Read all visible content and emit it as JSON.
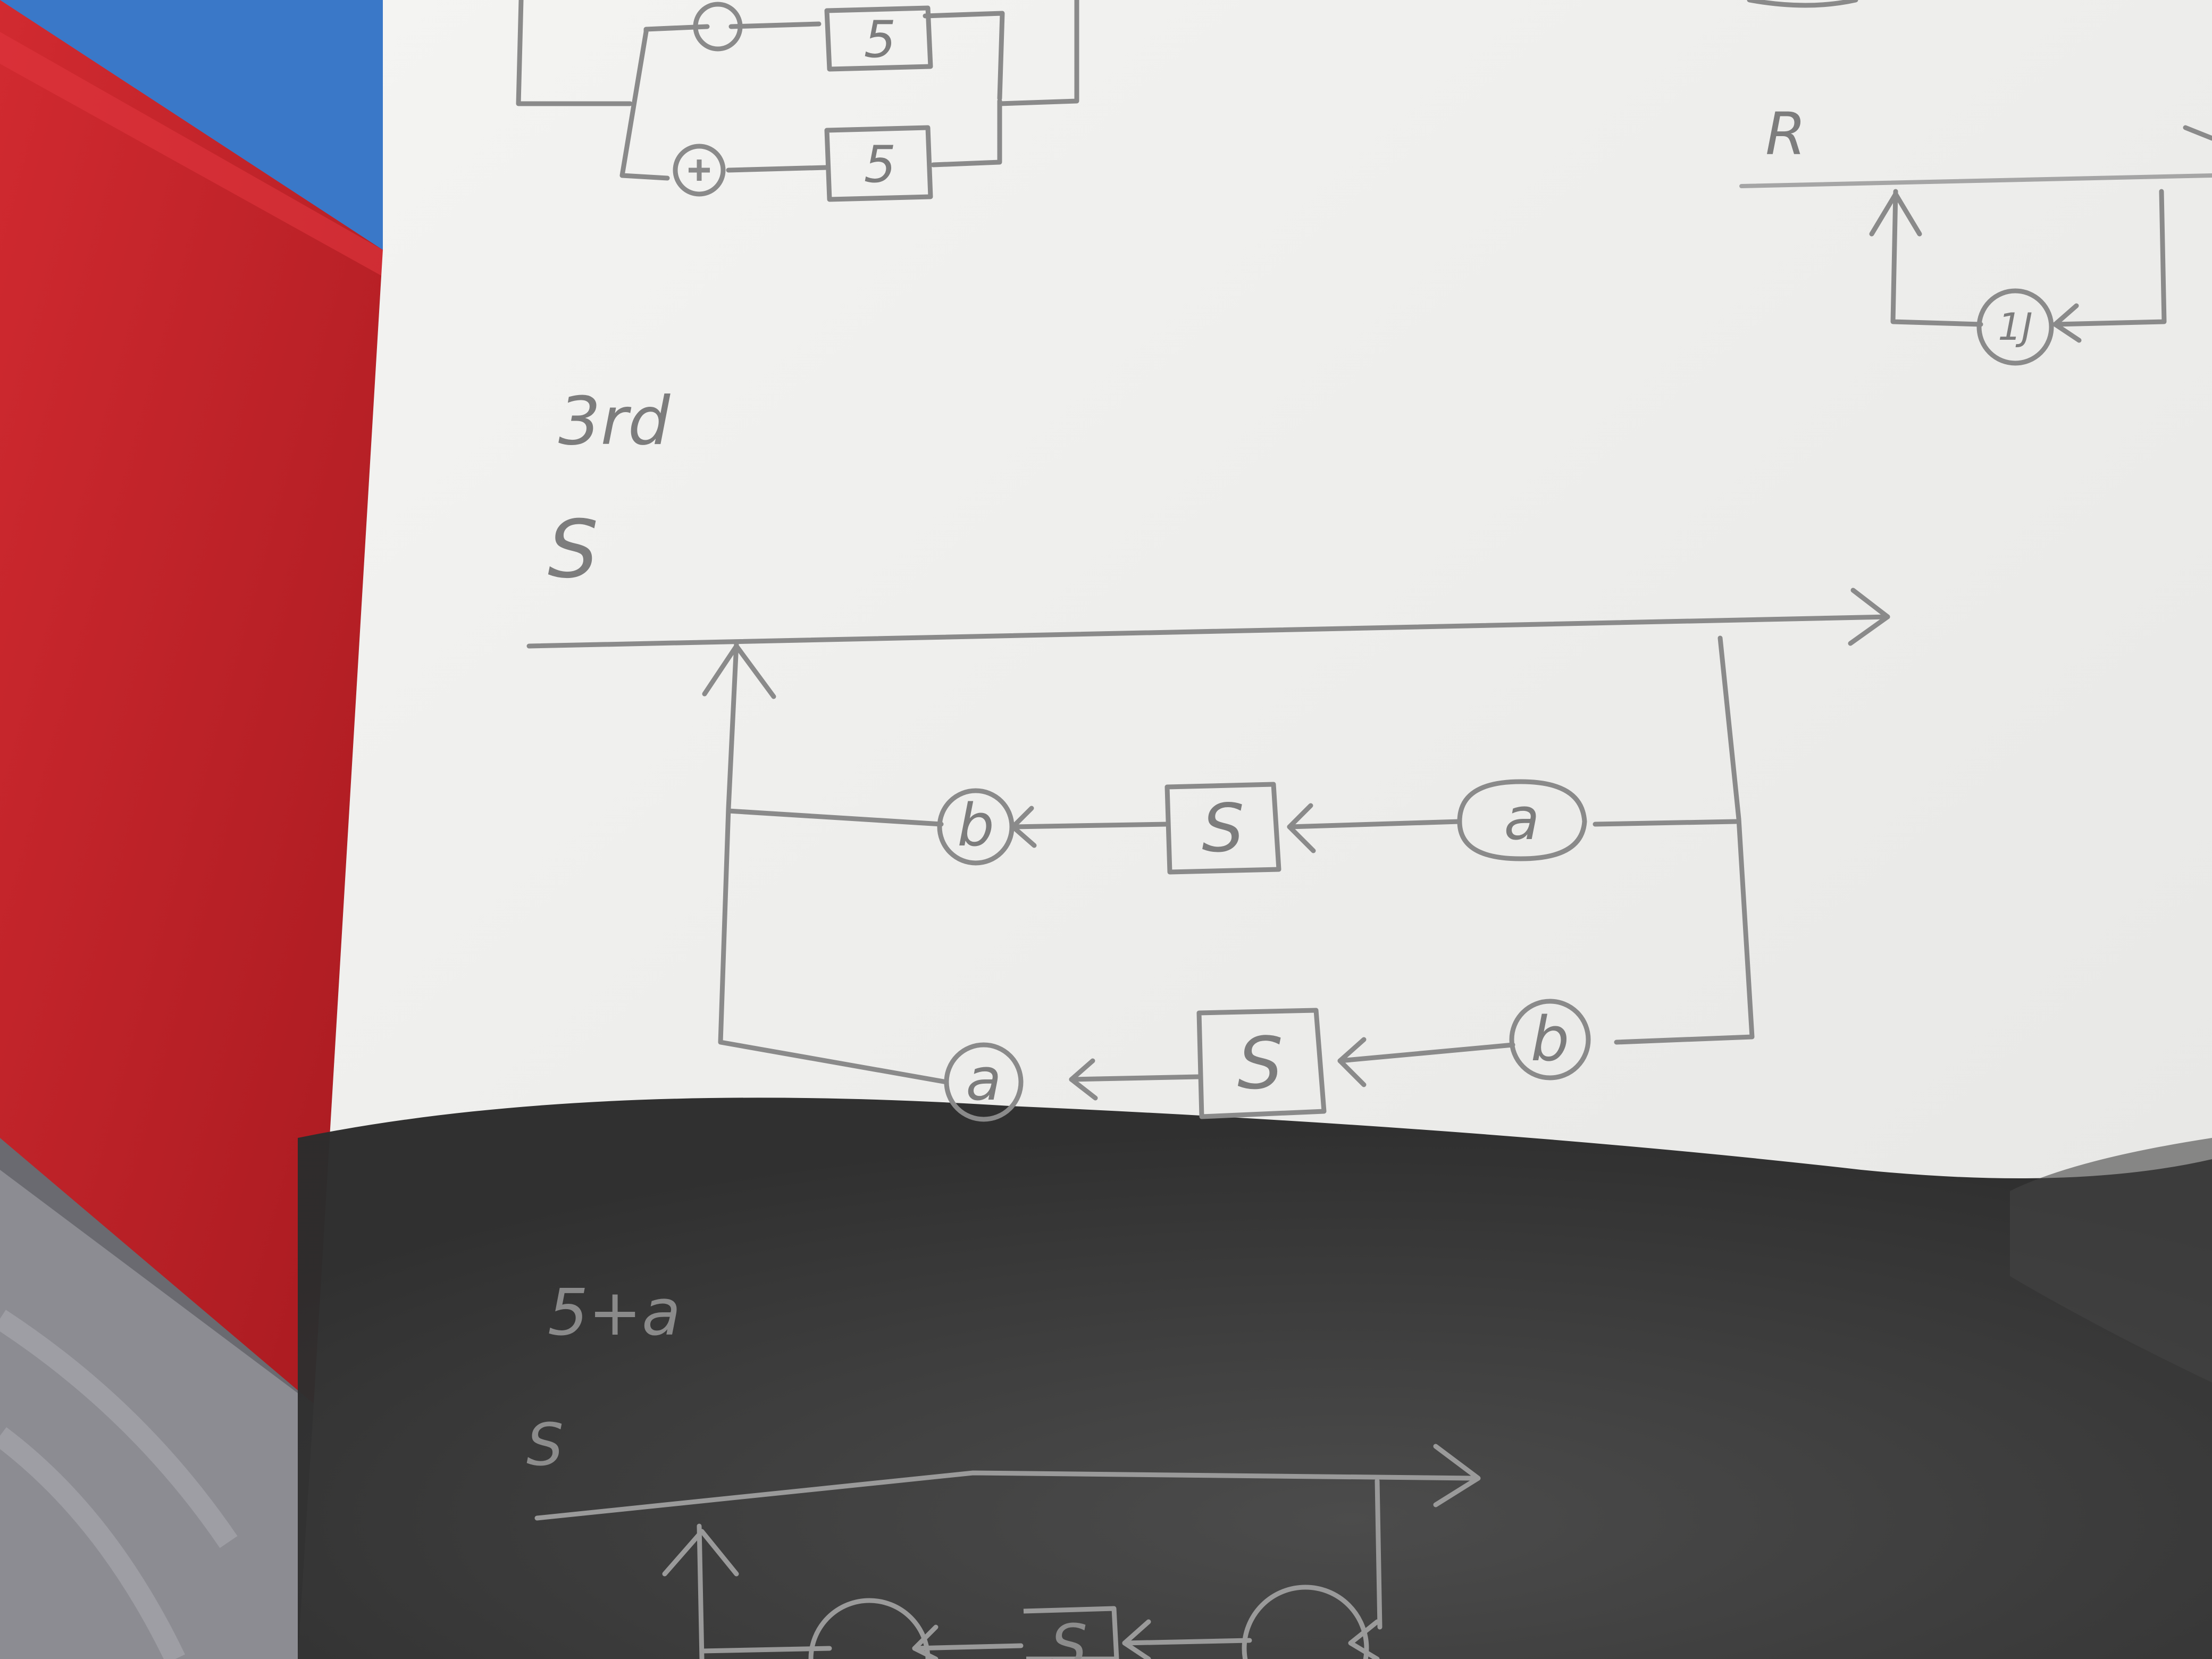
{
  "colors": {
    "paper": "#f2f2f0",
    "pencil": "#8a8a8a",
    "red_folder": "#c8222a",
    "blue_edge": "#3a78c8",
    "shadow": "#3b3b3b"
  },
  "top_left_fragment": {
    "top_box": "5",
    "bottom_box": "5"
  },
  "top_right_fragment": {
    "label": "R",
    "node": "1J"
  },
  "section_3rd": {
    "heading": "3rd",
    "line_label": "S",
    "upper_branch": {
      "left_node": "b",
      "box": "S",
      "right_node": "a"
    },
    "lower_branch": {
      "left_node": "a",
      "box": "S",
      "right_node": "b"
    }
  },
  "section_5th": {
    "heading": "5+a",
    "line_label": "S",
    "box": "S"
  }
}
